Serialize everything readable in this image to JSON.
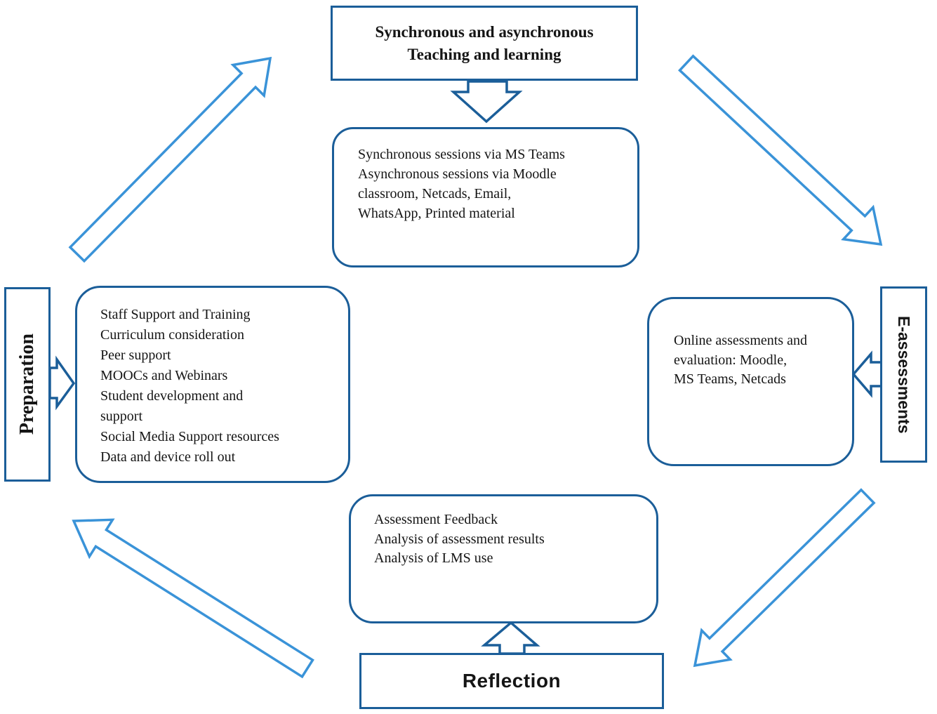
{
  "diagram": {
    "stages": {
      "teaching": {
        "label": "Synchronous and asynchronous\nTeaching and learning"
      },
      "e_assessments": {
        "label": "E-assessments"
      },
      "reflection": {
        "label": "Reflection"
      },
      "preparation": {
        "label": "Preparation"
      }
    },
    "details": {
      "teaching": "Synchronous sessions via MS Teams\nAsynchronous sessions via Moodle\nclassroom, Netcads, Email,\nWhatsApp, Printed material",
      "preparation": "Staff Support and Training\nCurriculum consideration\nPeer support\nMOOCs and Webinars\nStudent development and\nsupport\nSocial Media Support resources\nData and device roll out",
      "e_assessments": "Online assessments and\nevaluation: Moodle,\nMS Teams, Netcads",
      "reflection": "Assessment Feedback\nAnalysis of assessment results\nAnalysis of LMS use"
    },
    "colors": {
      "box_border": "#1b5e99",
      "connector_arrow": "#1b5e99",
      "cycle_arrow": "#3a93d8",
      "text": "#151515"
    }
  }
}
